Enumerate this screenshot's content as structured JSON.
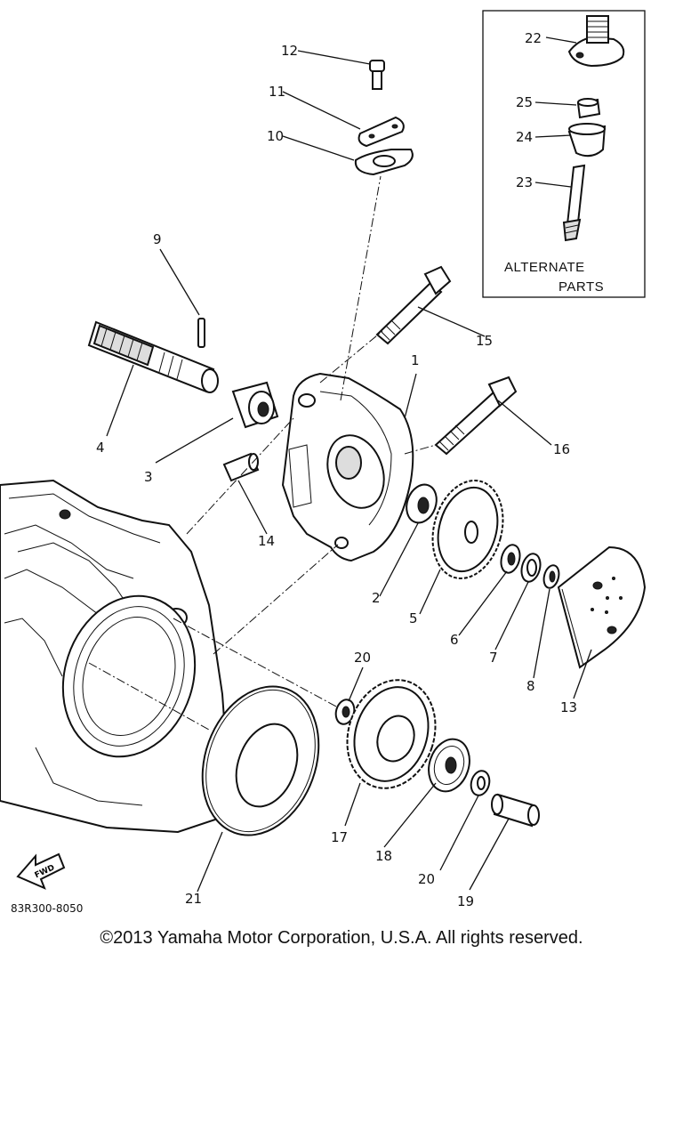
{
  "diagram": {
    "labels": {
      "p1": "1",
      "p2": "2",
      "p3": "3",
      "p4": "4",
      "p5": "5",
      "p6": "6",
      "p7": "7",
      "p8": "8",
      "p9": "9",
      "p10": "10",
      "p11": "11",
      "p12": "12",
      "p13": "13",
      "p14": "14",
      "p15": "15",
      "p16": "16",
      "p17": "17",
      "p18": "18",
      "p19": "19",
      "p20a": "20",
      "p20b": "20",
      "p21": "21",
      "p22": "22",
      "p23": "23",
      "p24": "24",
      "p25": "25"
    },
    "alternate_parts": {
      "line1": "ALTERNATE",
      "line2": "PARTS"
    },
    "fwd_arrow": "FWD",
    "drawing_code": "83R300-8050"
  },
  "copyright": "©2013 Yamaha Motor Corporation, U.S.A. All rights reserved."
}
